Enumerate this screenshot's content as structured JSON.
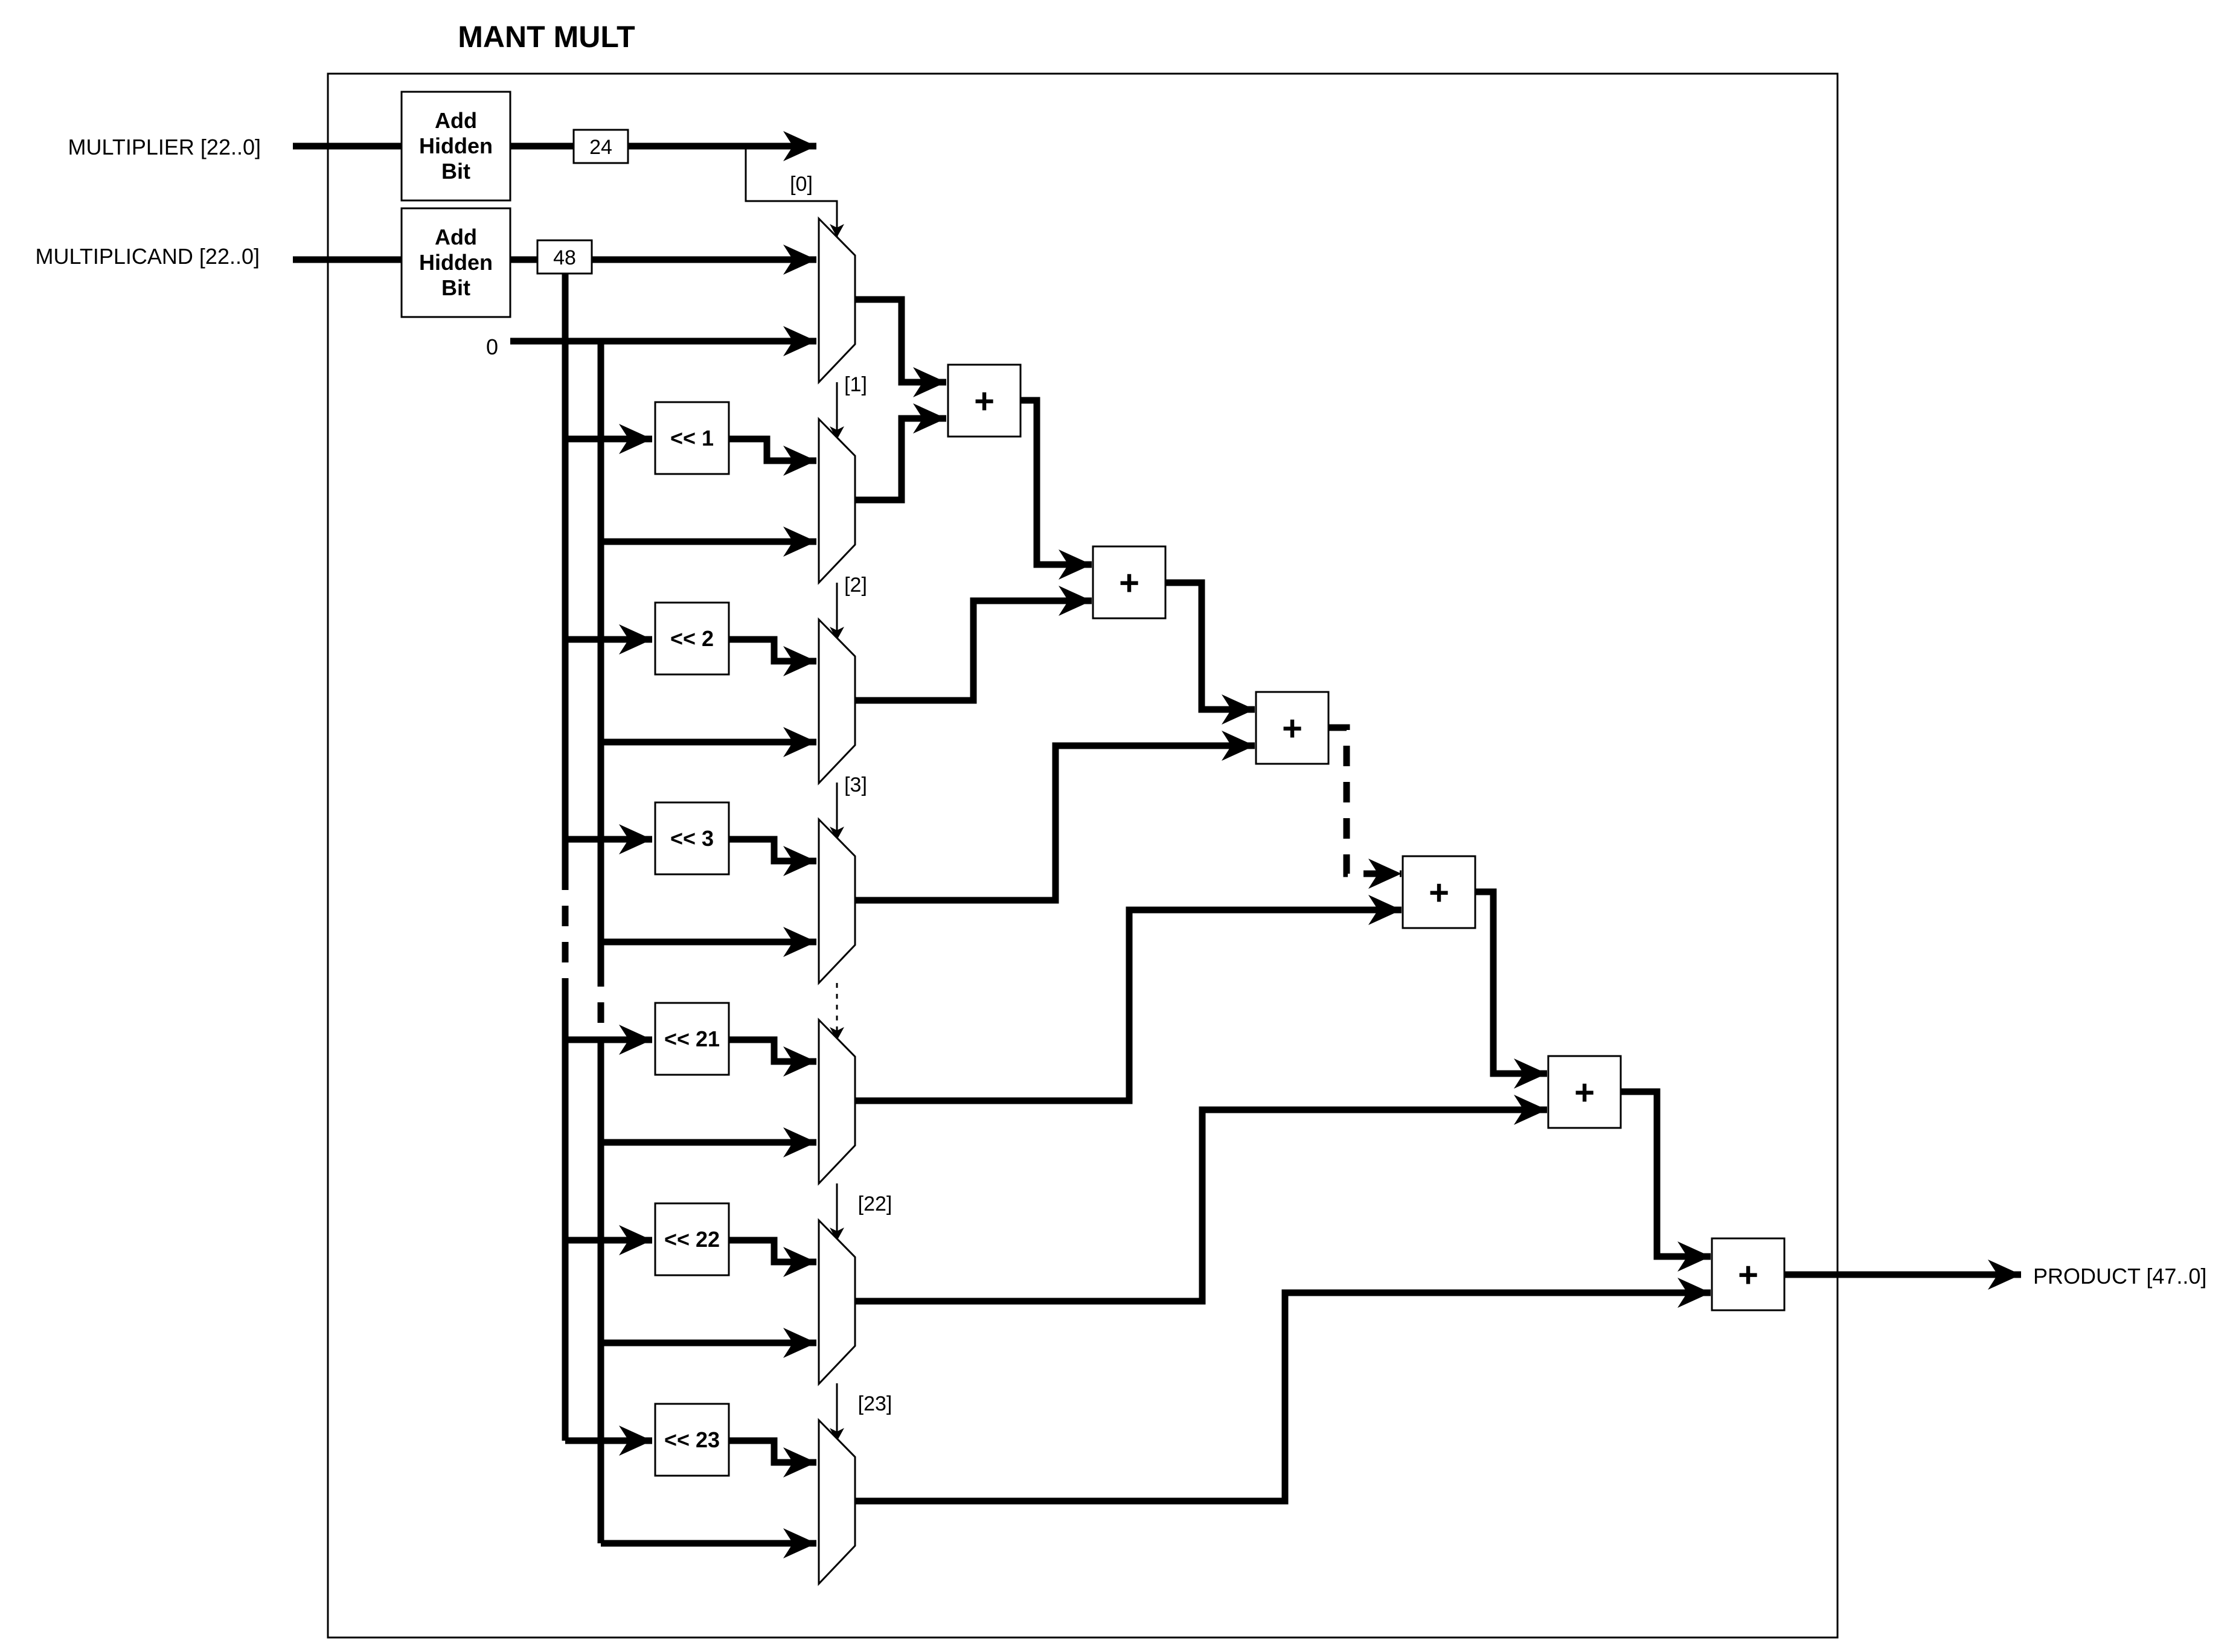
{
  "title": "MANT MULT",
  "inputs": {
    "multiplier": "MULTIPLIER [22..0]",
    "multiplicand": "MULTIPLICAND [22..0]"
  },
  "output": "PRODUCT [47..0]",
  "hidden_bit_blocks": [
    {
      "line1": "Add",
      "line2": "Hidden",
      "line3": "Bit"
    },
    {
      "line1": "Add",
      "line2": "Hidden",
      "line3": "Bit"
    }
  ],
  "width_labels": {
    "multiplier": "24",
    "multiplicand": "48"
  },
  "zero_label": "0",
  "shift_blocks": [
    "<< 1",
    "<< 2",
    "<< 3",
    "<< 21",
    "<< 22",
    "<< 23"
  ],
  "select_bits": [
    "[0]",
    "[1]",
    "[2]",
    "[3]",
    "[22]",
    "[23]"
  ],
  "adder_label": "+",
  "adder_count": 6
}
